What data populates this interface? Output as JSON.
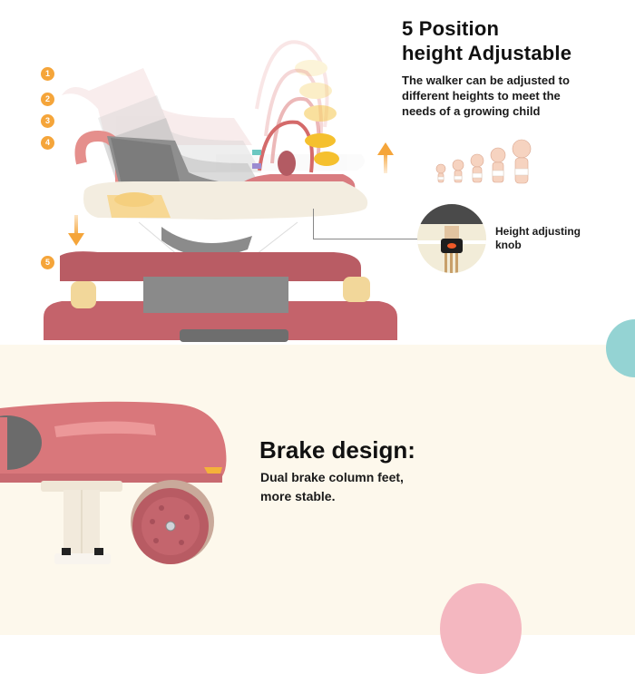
{
  "section_height": {
    "title_line1": "5 Position",
    "title_line2": "height Adjustable",
    "description_line1": "The walker can be adjusted to",
    "description_line2": "different heights to meet the",
    "description_line3": "needs of a growing child",
    "positions": [
      "1",
      "2",
      "3",
      "4",
      "5"
    ],
    "knob_label_line1": "Height adjusting",
    "knob_label_line2": "knob",
    "images": {
      "walker": "baby-walker-height-positions",
      "knob": "height-adjusting-knob-closeup",
      "babies": "growing-baby-illustrations"
    }
  },
  "section_brake": {
    "title": "Brake design:",
    "description_line1": "Dual brake column feet,",
    "description_line2": "more stable.",
    "image": "brake-column-foot-closeup"
  },
  "colors": {
    "accent_orange": "#f5a53a",
    "walker_pink": "#c8646a",
    "walker_cream": "#f3ede0",
    "walker_yellow": "#f7d895",
    "teal_dot": "#94d3d3",
    "pink_dot": "#f4b7c0",
    "bottom_bg": "#fdf8ec",
    "text": "#111111"
  }
}
